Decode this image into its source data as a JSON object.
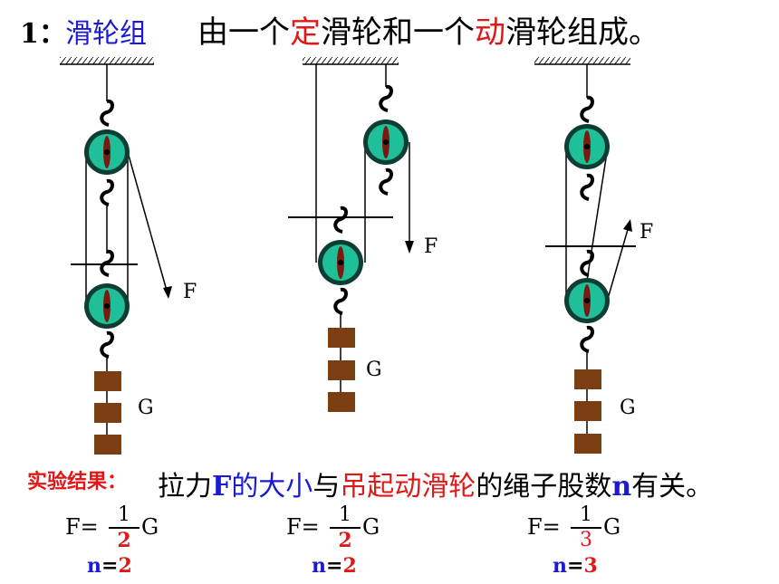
{
  "title": {
    "number": "1：",
    "term": "滑轮组",
    "desc_part1": "由一个",
    "desc_fixed": "定",
    "desc_part2": "滑轮和一个",
    "desc_moving": "动",
    "desc_part3": "滑轮组成。"
  },
  "result": {
    "label": "实验结果：",
    "text_part1": "拉力",
    "text_F": "F",
    "text_part2": "的大小",
    "text_part3": "与",
    "text_hang": "吊起",
    "text_moving": "动滑轮",
    "text_part4": "的绳子股数",
    "text_n": "n",
    "text_part5": "有关。"
  },
  "diagrams": [
    {
      "force_label": "F",
      "weight_label": "G",
      "formula_left": "F=",
      "numerator": "1",
      "denominator": "2",
      "formula_right": "G",
      "n_label": "n",
      "n_eq": "=",
      "n_value": "2"
    },
    {
      "force_label": "F",
      "weight_label": "G",
      "formula_left": "F=",
      "numerator": "1",
      "denominator": "2",
      "formula_right": "G",
      "n_label": "n",
      "n_eq": "=",
      "n_value": "2"
    },
    {
      "force_label": "F",
      "weight_label": "G",
      "formula_left": "F=",
      "numerator": "1",
      "denominator": "3",
      "formula_right": "G",
      "n_label": "n",
      "n_eq": "=",
      "n_value": "3"
    }
  ],
  "colors": {
    "pulley": "#1fbf9a",
    "pulley_rim": "#0d3d33",
    "weight": "#7a3e12",
    "accent_red": "#e01818",
    "accent_blue": "#1a1ad6"
  }
}
